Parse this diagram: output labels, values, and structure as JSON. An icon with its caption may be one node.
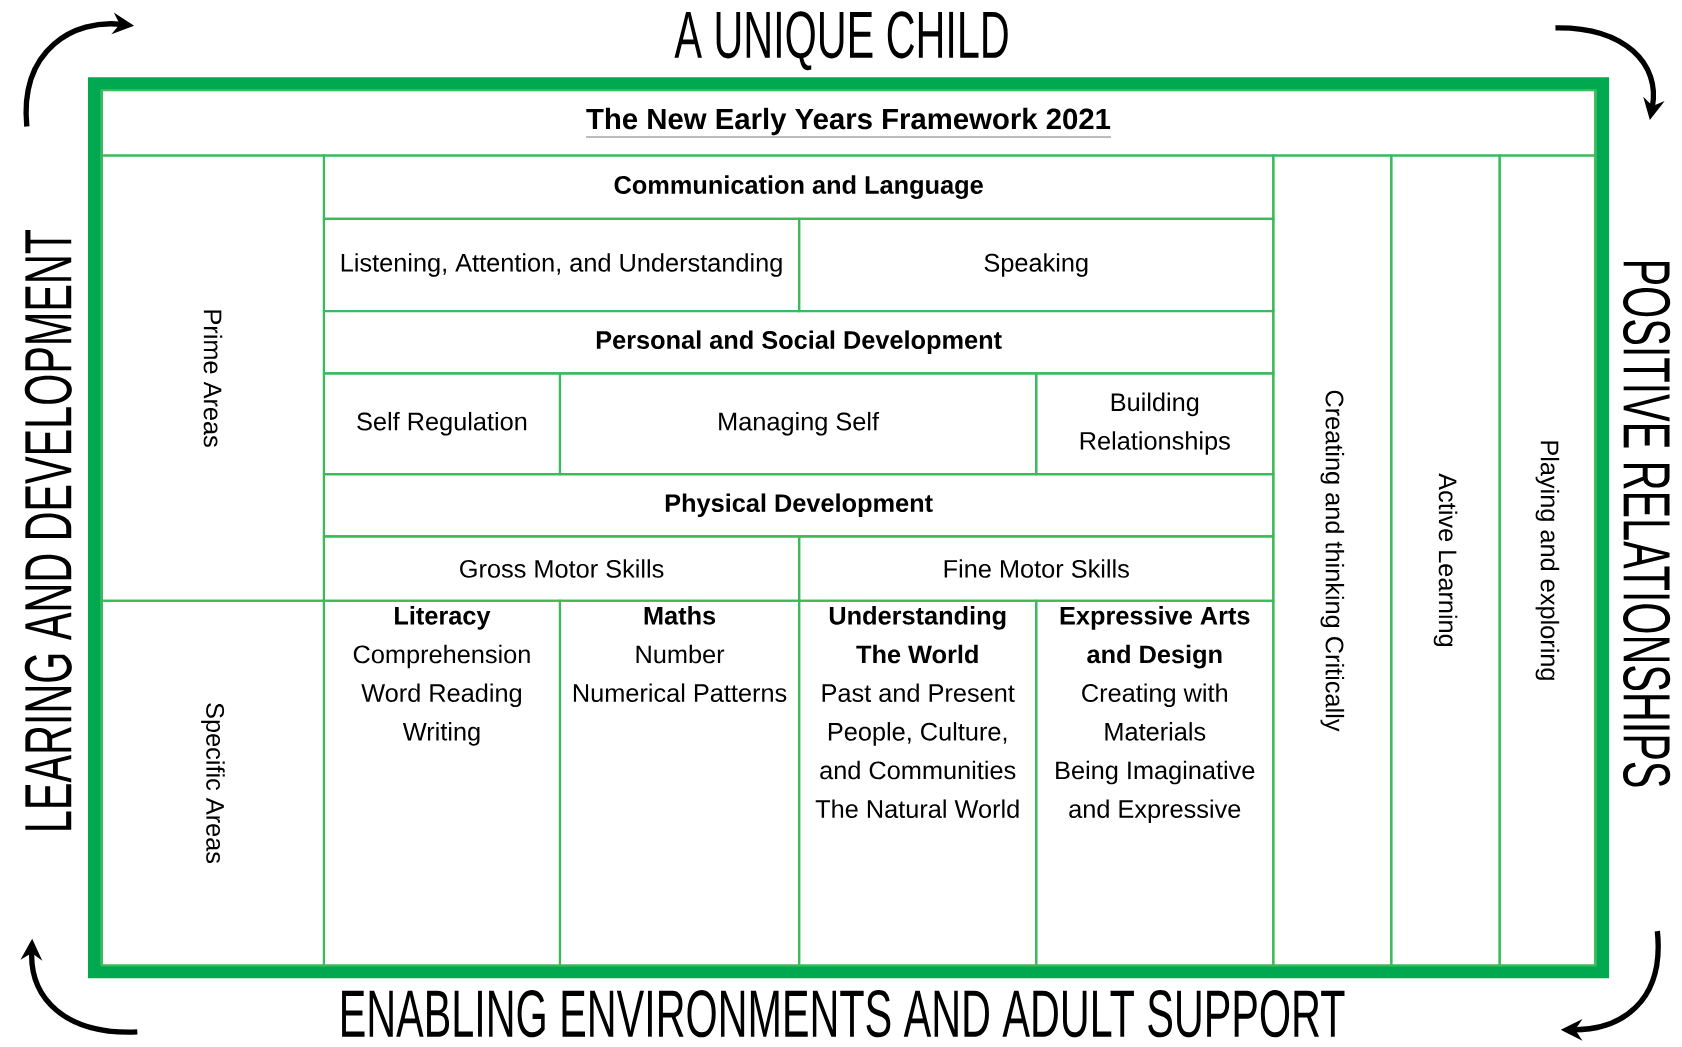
{
  "diagram": {
    "nodes": [
      {
        "text": [
          "The New Early Years Framework 2021"
        ]
      },
      {
        "text": [
          "Prime Areas"
        ]
      },
      {
        "text": [
          "Communication and Language"
        ]
      },
      {
        "text": [
          "Listening, Attention, and Understanding"
        ]
      },
      {
        "text": [
          "Speaking"
        ]
      },
      {
        "text": [
          "Personal and Social Development"
        ]
      },
      {
        "text": [
          "Self Regulation"
        ]
      },
      {
        "text": [
          "Managing Self"
        ]
      },
      {
        "text": [
          "Building Relationships"
        ]
      },
      {
        "text": [
          "Physical Development"
        ]
      },
      {
        "text": [
          "Gross Motor Skills"
        ]
      },
      {
        "text": [
          "Fine Motor Skills"
        ]
      },
      {
        "text": [
          "Specific Areas"
        ]
      },
      {
        "text": [
          "Literacy",
          "Comprehension",
          "Word Reading",
          "Writing"
        ]
      },
      {
        "text": [
          "Maths",
          "Number",
          "Numerical Patterns"
        ]
      },
      {
        "text": [
          "Understanding The World",
          "Past and Present",
          "People, Culture, and Communities",
          "The Natural World"
        ]
      },
      {
        "text": [
          "Expressive Arts and Design",
          "Creating with Materials",
          "Being Imaginative and Expressive"
        ]
      },
      {
        "text": [
          "Creating and thinking Critically"
        ]
      },
      {
        "text": [
          "Active Learning"
        ]
      },
      {
        "text": [
          "Playing and exploring"
        ]
      }
    ],
    "labels": [
      "A UNIQUE CHILD",
      "LEARING AND DEVELOPMENT",
      "POSITIVE RELATIONSHIPS",
      "ENABLING ENVIRONMENTS AND ADULT SUPPORT"
    ]
  }
}
